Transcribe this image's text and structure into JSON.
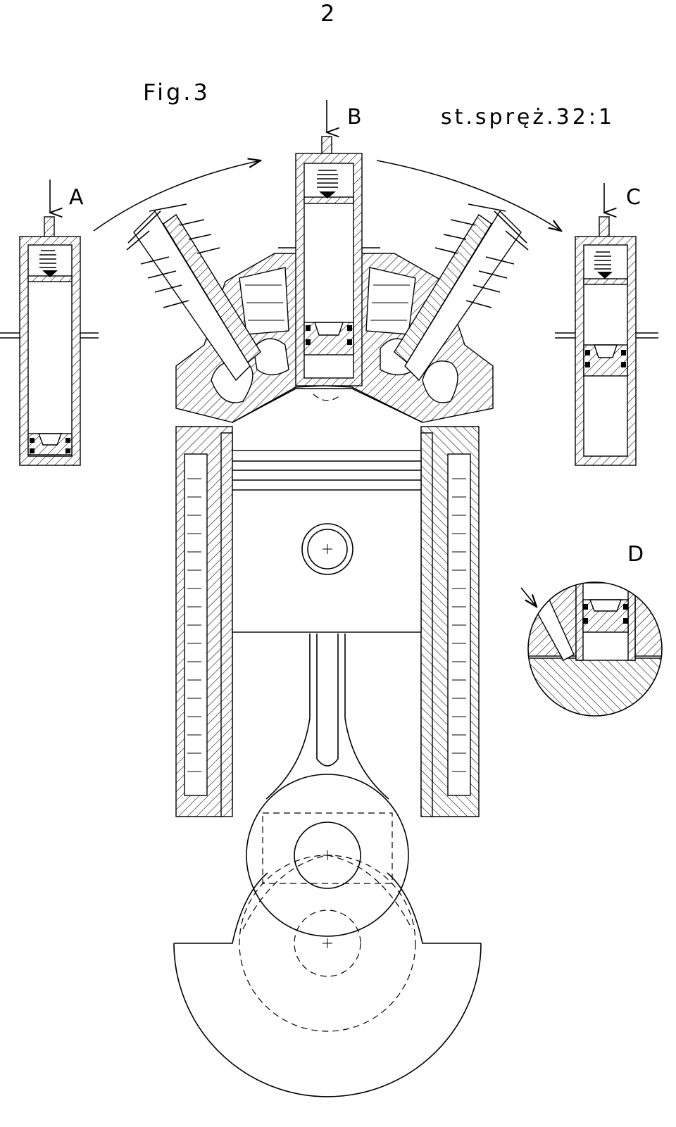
{
  "page_number": "2",
  "figure_label": "Fig.3",
  "compression_note": "st.spręż.32:1",
  "labels": {
    "a": "A",
    "b": "B",
    "c": "C",
    "d": "D"
  }
}
